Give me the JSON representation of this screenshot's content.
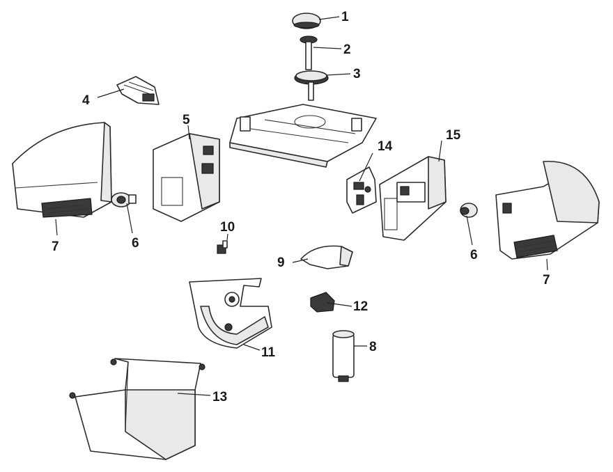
{
  "callouts": [
    {
      "id": "p1",
      "text": "1"
    },
    {
      "id": "p2",
      "text": "2"
    },
    {
      "id": "p3",
      "text": "3"
    },
    {
      "id": "p4",
      "text": "4"
    },
    {
      "id": "p5",
      "text": "5"
    },
    {
      "id": "p6a",
      "text": "6"
    },
    {
      "id": "p6b",
      "text": "6"
    },
    {
      "id": "p7a",
      "text": "7"
    },
    {
      "id": "p7b",
      "text": "7"
    },
    {
      "id": "p8",
      "text": "8"
    },
    {
      "id": "p9",
      "text": "9"
    },
    {
      "id": "p10",
      "text": "10"
    },
    {
      "id": "p11",
      "text": "11"
    },
    {
      "id": "p12",
      "text": "12"
    },
    {
      "id": "p13",
      "text": "13"
    },
    {
      "id": "p14",
      "text": "14"
    },
    {
      "id": "p15",
      "text": "15"
    }
  ]
}
